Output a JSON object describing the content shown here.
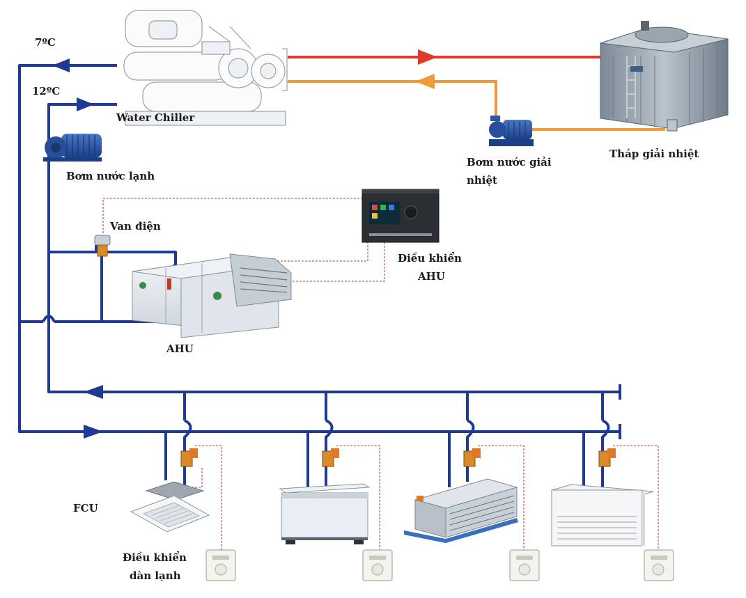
{
  "labels": {
    "supply_temp": "7ºC",
    "return_temp": "12ºC",
    "chiller": "Water Chiller",
    "chilled_pump": "Bơm nước lạnh",
    "cooling_pump_line1": "Bơm nước giải",
    "cooling_pump_line2": "nhiệt",
    "cooling_tower": "Tháp giải nhiệt",
    "valve": "Van điện",
    "ahu_ctrl_line1": "Điều khiển",
    "ahu_ctrl_line2": "AHU",
    "ahu": "AHU",
    "fcu": "FCU",
    "fcu_ctrl_line1": "Điều khiển",
    "fcu_ctrl_line2": "dàn lạnh"
  },
  "colors": {
    "chilled_water_pipe": "#1f3a93",
    "condenser_supply_pipe": "#e23a2a",
    "condenser_return_pipe": "#ef9a35",
    "control_wiring": "#c0606a",
    "equipment_body": "#dfe5ea",
    "cooling_tower_body": "#8e9aa4",
    "pump_body": "#2b56a8",
    "valve_actuator": "#e0782a"
  },
  "icons": {
    "chiller": "water-chiller-icon",
    "cooling_tower": "cooling-tower-icon",
    "pump": "water-pump-icon",
    "controller": "ahu-controller-panel-icon",
    "valve": "motorized-valve-icon",
    "ahu": "air-handling-unit-icon",
    "fcu_cassette": "cassette-fcu-icon",
    "fcu_floor": "floor-standing-fcu-icon",
    "fcu_ducted": "ducted-fcu-icon",
    "fcu_ceiling": "ceiling-suspended-fcu-icon",
    "thermostat": "thermostat-icon"
  }
}
